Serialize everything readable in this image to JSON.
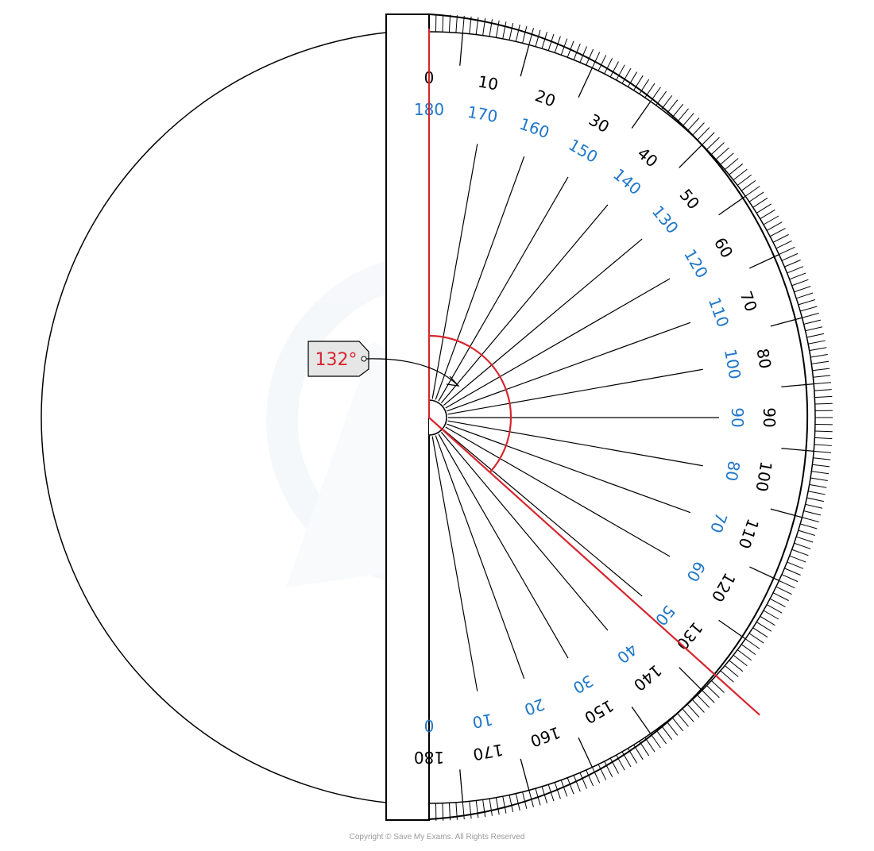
{
  "diagram": {
    "measured_angle_label": "132°",
    "measured_angle_degrees": 132,
    "outer_scale_labels": [
      "0",
      "10",
      "20",
      "30",
      "40",
      "50",
      "60",
      "70",
      "80",
      "90",
      "100",
      "110",
      "120",
      "130",
      "140",
      "150",
      "160",
      "170",
      "180"
    ],
    "inner_scale_labels": [
      "180",
      "170",
      "160",
      "150",
      "140",
      "130",
      "120",
      "110",
      "100",
      "90",
      "80",
      "70",
      "60",
      "50",
      "40",
      "30",
      "20",
      "10",
      "0"
    ],
    "colors": {
      "outline": "#000000",
      "outer_scale": "#000000",
      "inner_scale": "#1f77c9",
      "measurement": "#d7262e",
      "tag_fill": "#e6e6e6",
      "watermark": "#eef3f8"
    }
  },
  "footer": {
    "copyright": "Copyright © Save My Exams. All Rights Reserved"
  }
}
